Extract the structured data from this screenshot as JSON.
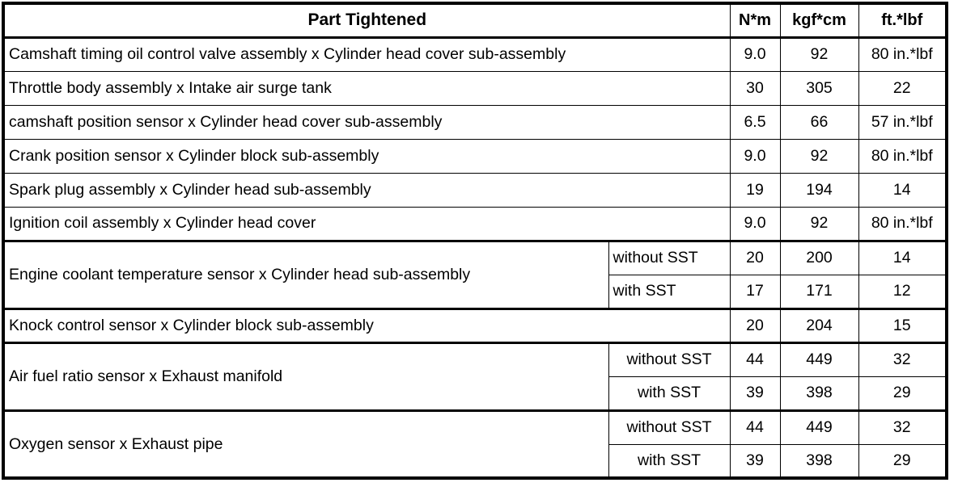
{
  "table": {
    "title": "Part Tightened",
    "columns": [
      {
        "key": "part",
        "label": "Part Tightened"
      },
      {
        "key": "nm",
        "label": "N*m"
      },
      {
        "key": "kgfcm",
        "label": "kgf*cm"
      },
      {
        "key": "ftlbf",
        "label": "ft.*lbf"
      }
    ],
    "sst_labels": {
      "without": "without SST",
      "with": "with SST"
    },
    "rows": [
      {
        "part": "Camshaft timing oil control valve assembly x Cylinder head cover sub-assembly",
        "sst": null,
        "nm": "9.0",
        "kgfcm": "92",
        "ftlbf": "80 in.*lbf"
      },
      {
        "part": "Throttle body assembly x Intake air surge tank",
        "sst": null,
        "nm": "30",
        "kgfcm": "305",
        "ftlbf": "22"
      },
      {
        "part": "camshaft position sensor x Cylinder head cover sub-assembly",
        "sst": null,
        "nm": "6.5",
        "kgfcm": "66",
        "ftlbf": "57 in.*lbf"
      },
      {
        "part": "Crank position sensor x Cylinder block sub-assembly",
        "sst": null,
        "nm": "9.0",
        "kgfcm": "92",
        "ftlbf": "80 in.*lbf"
      },
      {
        "part": "Spark plug assembly x Cylinder head sub-assembly",
        "sst": null,
        "nm": "19",
        "kgfcm": "194",
        "ftlbf": "14"
      },
      {
        "part": "Ignition coil assembly x Cylinder head cover",
        "sst": null,
        "nm": "9.0",
        "kgfcm": "92",
        "ftlbf": "80 in.*lbf"
      },
      {
        "part": "Engine coolant temperature sensor x Cylinder head sub-assembly",
        "sst": "without SST",
        "nm": "20",
        "kgfcm": "200",
        "ftlbf": "14"
      },
      {
        "part": null,
        "sst": "with SST",
        "nm": "17",
        "kgfcm": "171",
        "ftlbf": "12"
      },
      {
        "part": "Knock control sensor x Cylinder block sub-assembly",
        "sst": null,
        "nm": "20",
        "kgfcm": "204",
        "ftlbf": "15"
      },
      {
        "part": "Air fuel ratio sensor x Exhaust manifold",
        "sst": "without SST",
        "nm": "44",
        "kgfcm": "449",
        "ftlbf": "32"
      },
      {
        "part": null,
        "sst": "with SST",
        "nm": "39",
        "kgfcm": "398",
        "ftlbf": "29"
      },
      {
        "part": "Oxygen sensor x Exhaust pipe",
        "sst": "without SST",
        "nm": "44",
        "kgfcm": "449",
        "ftlbf": "32"
      },
      {
        "part": null,
        "sst": "with SST",
        "nm": "39",
        "kgfcm": "398",
        "ftlbf": "29"
      }
    ]
  }
}
